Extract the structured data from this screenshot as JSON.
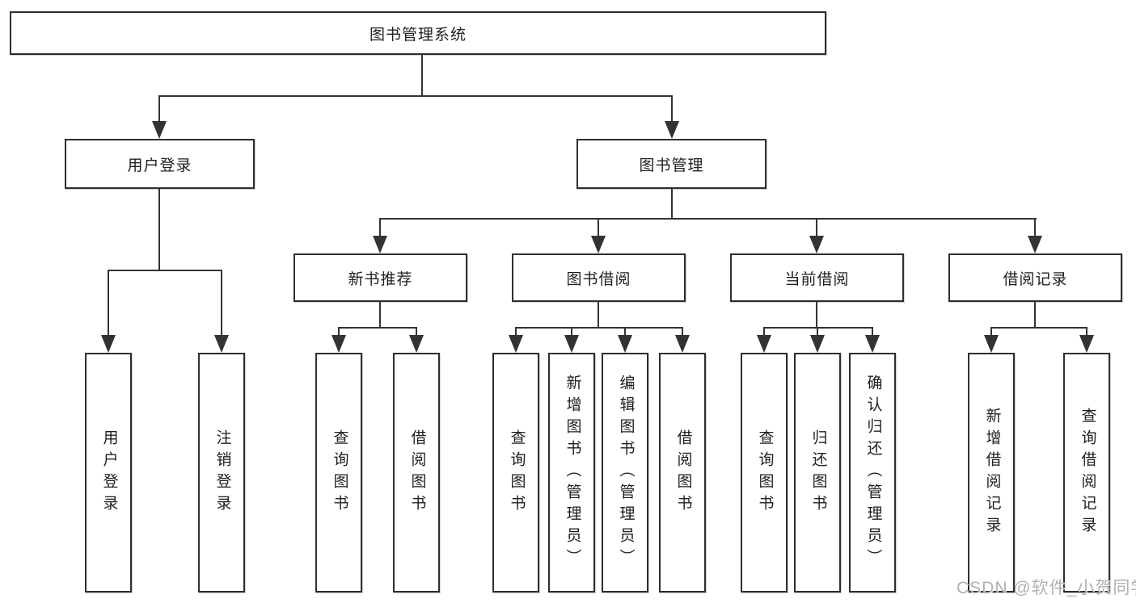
{
  "tree": {
    "label": "图书管理系统",
    "children": [
      {
        "label": "用户登录",
        "children": [
          {
            "label": "用户登录"
          },
          {
            "label": "注销登录"
          }
        ]
      },
      {
        "label": "图书管理",
        "children": [
          {
            "label": "新书推荐",
            "children": [
              {
                "label": "查询图书"
              },
              {
                "label": "借阅图书"
              }
            ]
          },
          {
            "label": "图书借阅",
            "children": [
              {
                "label": "查询图书"
              },
              {
                "label": "新增图书（管理员）"
              },
              {
                "label": "编辑图书（管理员）"
              },
              {
                "label": "借阅图书"
              }
            ]
          },
          {
            "label": "当前借阅",
            "children": [
              {
                "label": "查询图书"
              },
              {
                "label": "归还图书"
              },
              {
                "label": "确认归还（管理员）"
              }
            ]
          },
          {
            "label": "借阅记录",
            "children": [
              {
                "label": "新增借阅记录"
              },
              {
                "label": "查询借阅记录"
              }
            ]
          }
        ]
      }
    ]
  },
  "watermark": {
    "text": "CSDN @软件_小贺同学"
  },
  "colors": {
    "line": "#333333",
    "box_border": "#2e2e2e",
    "text": "#1f1f1f",
    "watermark": "#b1b1b1",
    "background": "#ffffff"
  }
}
